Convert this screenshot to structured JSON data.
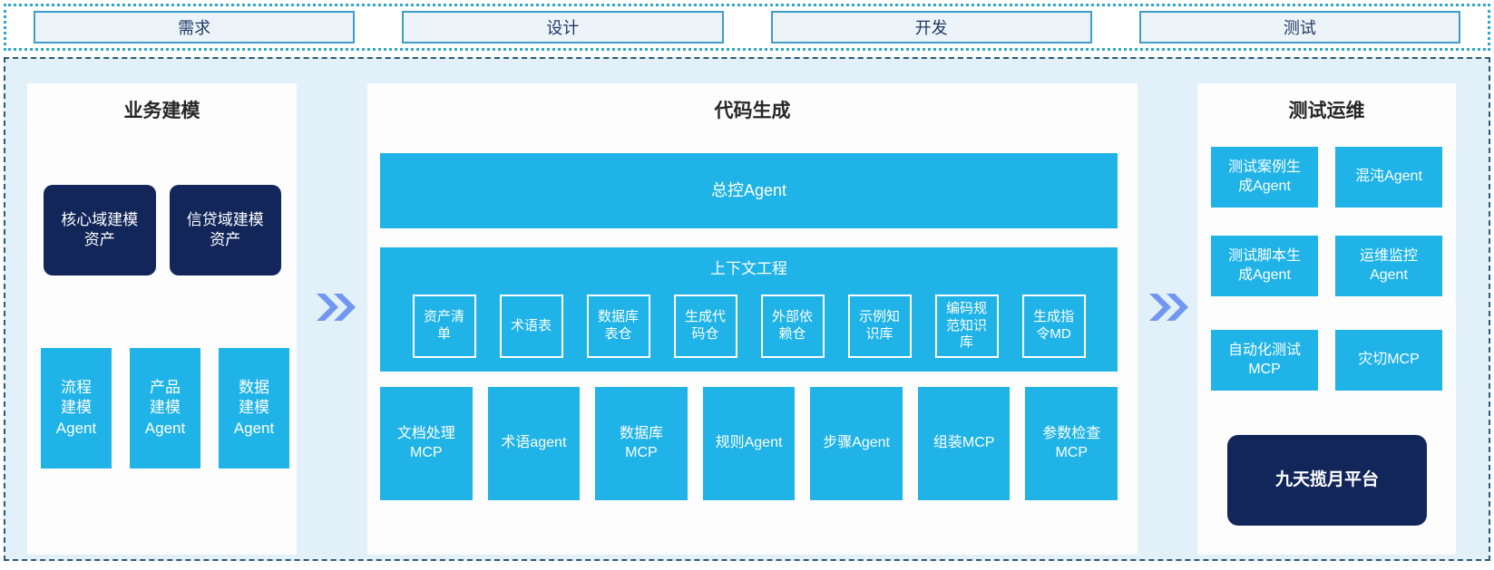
{
  "colors": {
    "cyan": "#1fb3e8",
    "navy": "#12265a",
    "arrow": "#7397f0",
    "strip-border": "#2aa8ce",
    "phase-bg": "#edf4f9",
    "phase-border": "#3f9dcc",
    "phase-text": "#1f3864",
    "main-border": "#2e5a78",
    "main-bg": "#e2f0fa",
    "panel-bg": "#fdfdfe",
    "title-text": "#262626"
  },
  "phases": {
    "items": [
      "需求",
      "设计",
      "开发",
      "测试"
    ]
  },
  "business": {
    "title": "业务建模",
    "assets": [
      "核心域建模\n资产",
      "信贷域建模\n资产"
    ],
    "agents": [
      "流程\n建模\nAgent",
      "产品\n建模\nAgent",
      "数据\n建模\nAgent"
    ]
  },
  "codegen": {
    "title": "代码生成",
    "master_agent": "总控Agent",
    "context": {
      "title": "上下文工程",
      "items": [
        "资产清\n单",
        "术语表",
        "数据库\n表仓",
        "生成代\n码仓",
        "外部依\n赖仓",
        "示例知\n识库",
        "编码规\n范知识\n库",
        "生成指\n令MD"
      ]
    },
    "tools": [
      "文档处理\nMCP",
      "术语agent",
      "数据库\nMCP",
      "规则Agent",
      "步骤Agent",
      "组装MCP",
      "参数检查\nMCP"
    ]
  },
  "testops": {
    "title": "测试运维",
    "boxes": [
      "测试案例生\n成Agent",
      "混沌Agent",
      "测试脚本生\n成Agent",
      "运维监控\nAgent",
      "自动化测试\nMCP",
      "灾切MCP"
    ],
    "platform": "九天揽月平台"
  }
}
